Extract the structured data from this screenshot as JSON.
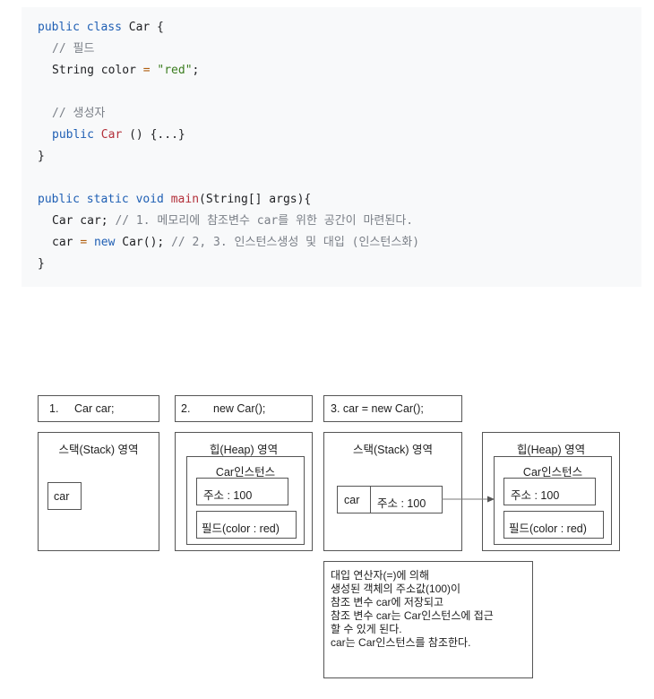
{
  "code": {
    "l1": {
      "kw": "public class",
      "rest": " Car {"
    },
    "l2": "// 필드",
    "l3": {
      "a": "String color ",
      "eq": "=",
      "sp": " ",
      "str": "\"red\"",
      "semi": ";"
    },
    "l4": "// 생성자",
    "l5": {
      "kw": "public",
      "sp": " ",
      "fn": "Car",
      "rest": " () {...}"
    },
    "l6": "}",
    "l7": {
      "kw": "public static void",
      "sp": " ",
      "fn": "main",
      "rest": "(String[] args){"
    },
    "l8": {
      "code": "Car car; ",
      "comment": "// 1. 메모리에 참조변수 car를 위한 공간이 마련된다."
    },
    "l9": {
      "a": "car ",
      "eq": "=",
      "sp": " ",
      "kw": "new",
      "rest": " Car(); ",
      "comment": "// 2, 3. 인스턴스생성 및 대입 (인스턴스화)"
    },
    "l10": "}"
  },
  "diagram": {
    "step1": {
      "number": "1.",
      "code": "Car car;"
    },
    "step2": {
      "number": "2.",
      "code": "new Car();"
    },
    "step3": {
      "text": "3.  car = new Car();"
    },
    "stack_title": "스택(Stack) 영역",
    "heap_title": "힙(Heap) 영역",
    "car_var": "car",
    "instance_title": "Car인스턴스",
    "address": "주소 : 100",
    "field": "필드(color : red)",
    "note": [
      "대입 연산자(=)에 의해",
      "생성된 객체의 주소값(100)이",
      "참조 변수 car에 저장되고",
      "참조 변수 car는 Car인스턴스에 접근",
      "할 수 있게 된다.",
      "car는 Car인스턴스를 참조한다."
    ]
  }
}
